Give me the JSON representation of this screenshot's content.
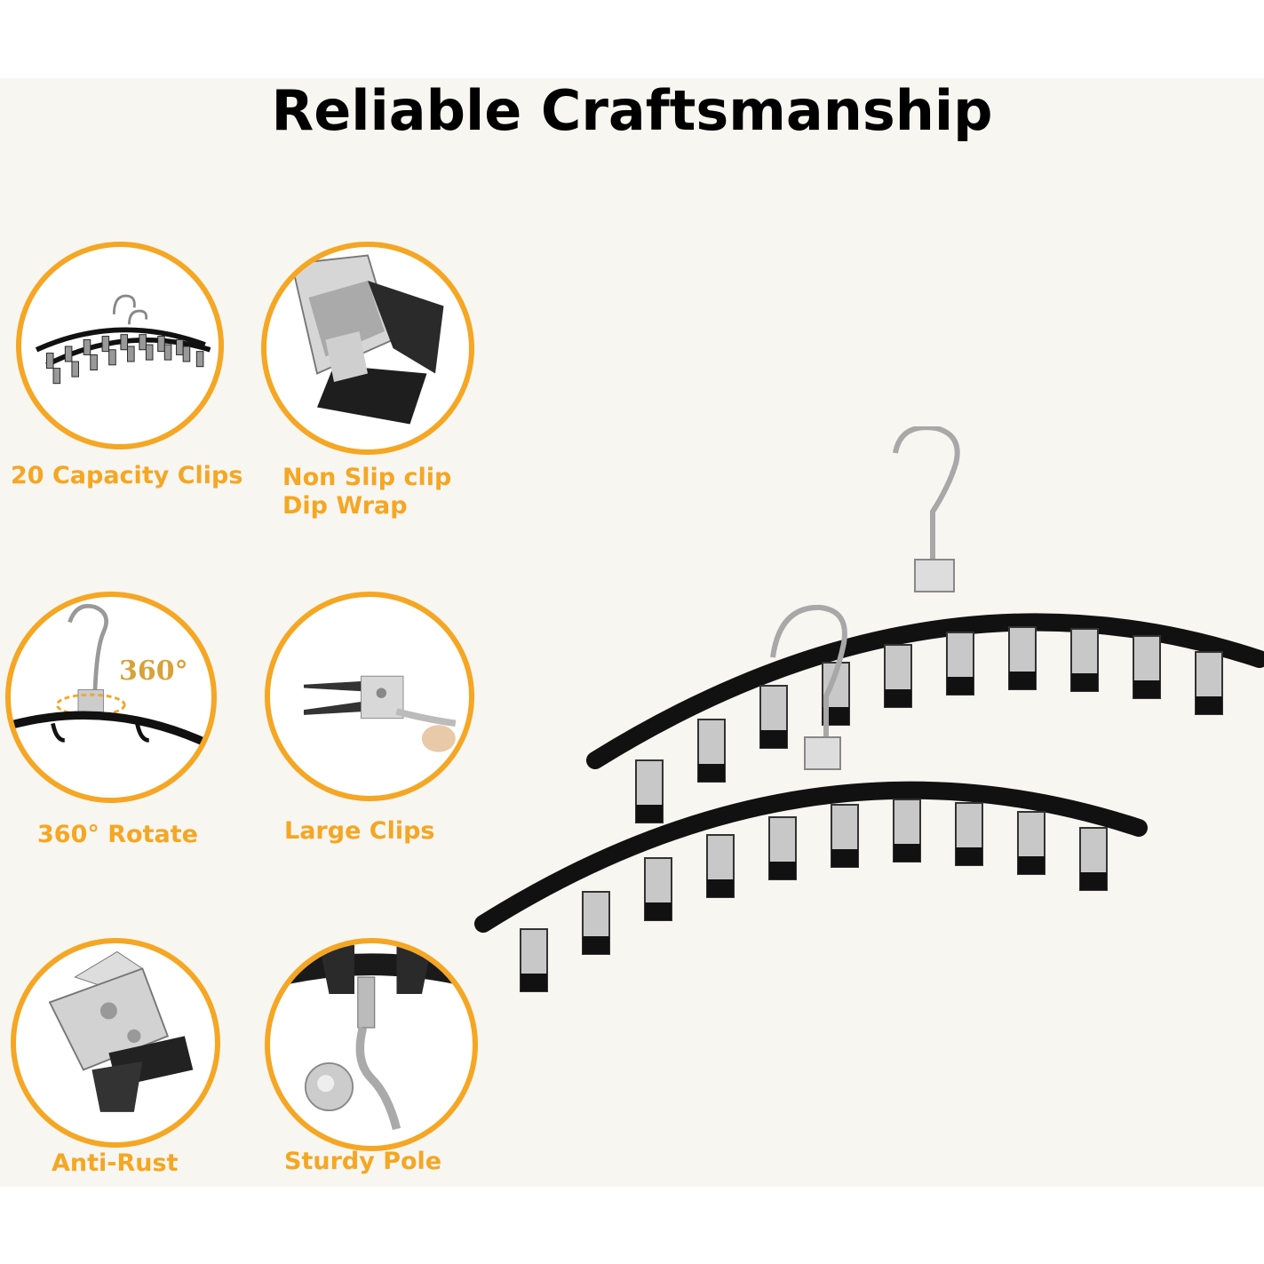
{
  "title": "Reliable Craftsmanship",
  "accent_color": "#f5a623",
  "features": [
    {
      "label": "20 Capacity Clips",
      "icon": "hanger-with-clips-icon"
    },
    {
      "label": "Non Slip clip\nDip Wrap",
      "icon": "dipped-clip-tip-icon"
    },
    {
      "label": "360° Rotate",
      "icon": "rotating-hook-icon",
      "badge": "360°"
    },
    {
      "label": "Large Clips",
      "icon": "large-clip-icon"
    },
    {
      "label": "Anti-Rust",
      "icon": "stainless-clip-icon"
    },
    {
      "label": "Sturdy Pole",
      "icon": "sturdy-pole-icon"
    }
  ]
}
